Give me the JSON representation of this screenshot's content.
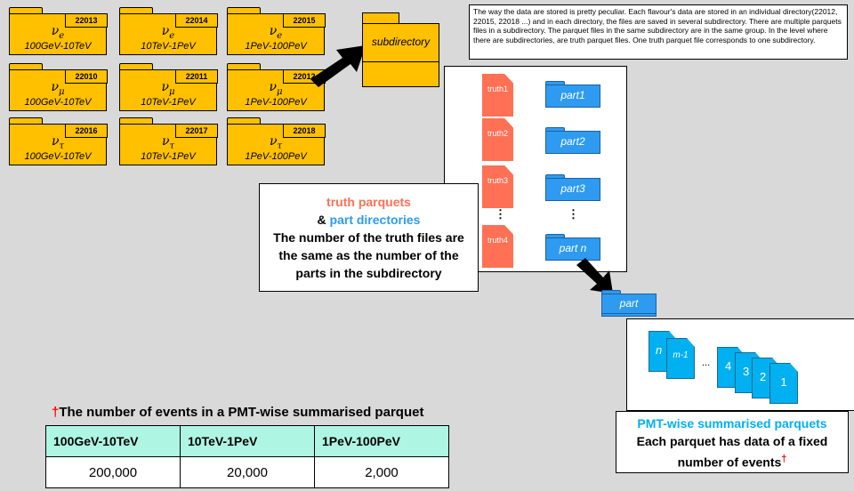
{
  "flavour_folders": [
    {
      "id": "22013",
      "symbol": "ν",
      "sub": "e",
      "range": "100GeV-10TeV"
    },
    {
      "id": "22014",
      "symbol": "ν",
      "sub": "e",
      "range": "10TeV-1PeV"
    },
    {
      "id": "22015",
      "symbol": "ν",
      "sub": "e",
      "range": "1PeV-100PeV"
    },
    {
      "id": "22010",
      "symbol": "ν",
      "sub": "μ",
      "range": "100GeV-10TeV"
    },
    {
      "id": "22011",
      "symbol": "ν",
      "sub": "μ",
      "range": "10TeV-1PeV"
    },
    {
      "id": "22012",
      "symbol": "ν",
      "sub": "μ",
      "range": "1PeV-100PeV"
    },
    {
      "id": "22016",
      "symbol": "ν",
      "sub": "τ",
      "range": "100GeV-10TeV"
    },
    {
      "id": "22017",
      "symbol": "ν",
      "sub": "τ",
      "range": "10TeV-1PeV"
    },
    {
      "id": "22018",
      "symbol": "ν",
      "sub": "τ",
      "range": "1PeV-100PeV"
    }
  ],
  "subdirectory_label": "subdirectory",
  "description": "The way the data are stored is pretty peculiar. Each flavour's data are stored in an individual directory(22012, 22015, 22018 ...) and in each directory, the files are saved in several subdirectory. There are multiple parquets files in a subdirectory. The parquet files in the same subdirectory are in the same group. In the level where there are subdirectories, are truth parquet files. One truth parquet file corresponds to one subdirectory.",
  "truth_files": [
    "truth1",
    "truth2",
    "truth3",
    "truth4"
  ],
  "part_folders": [
    "part1",
    "part2",
    "part3",
    "part n"
  ],
  "ellipsis": "⋮",
  "truth_note": {
    "line1": "truth parquets",
    "line2_prefix": "& ",
    "line2_colored": "part directories",
    "line3": "The number of the truth files are the same as the number of the parts in the subdirectory"
  },
  "part_label": "part",
  "summary_docs": {
    "n": "n",
    "n_minus_1": "m-1",
    "dots": "...",
    "four": "4",
    "three": "3",
    "two": "2",
    "one": "1"
  },
  "summary_note": {
    "title": "PMT-wise summarised parquets",
    "body": "Each parquet has data of a fixed number of events",
    "dagger": "†"
  },
  "events_table": {
    "dagger": "†",
    "caption": "The number of events in a PMT-wise summarised parquet",
    "headers": [
      "100GeV-10TeV",
      "10TeV-1PeV",
      "1PeV-100PeV"
    ],
    "values": [
      "200,000",
      "20,000",
      "2,000"
    ]
  },
  "colors": {
    "truth": "#ff7055",
    "part": "#2e9bf0",
    "summary": "#00b0f0",
    "folder": "#ffc000",
    "dagger": "#ff0000"
  }
}
